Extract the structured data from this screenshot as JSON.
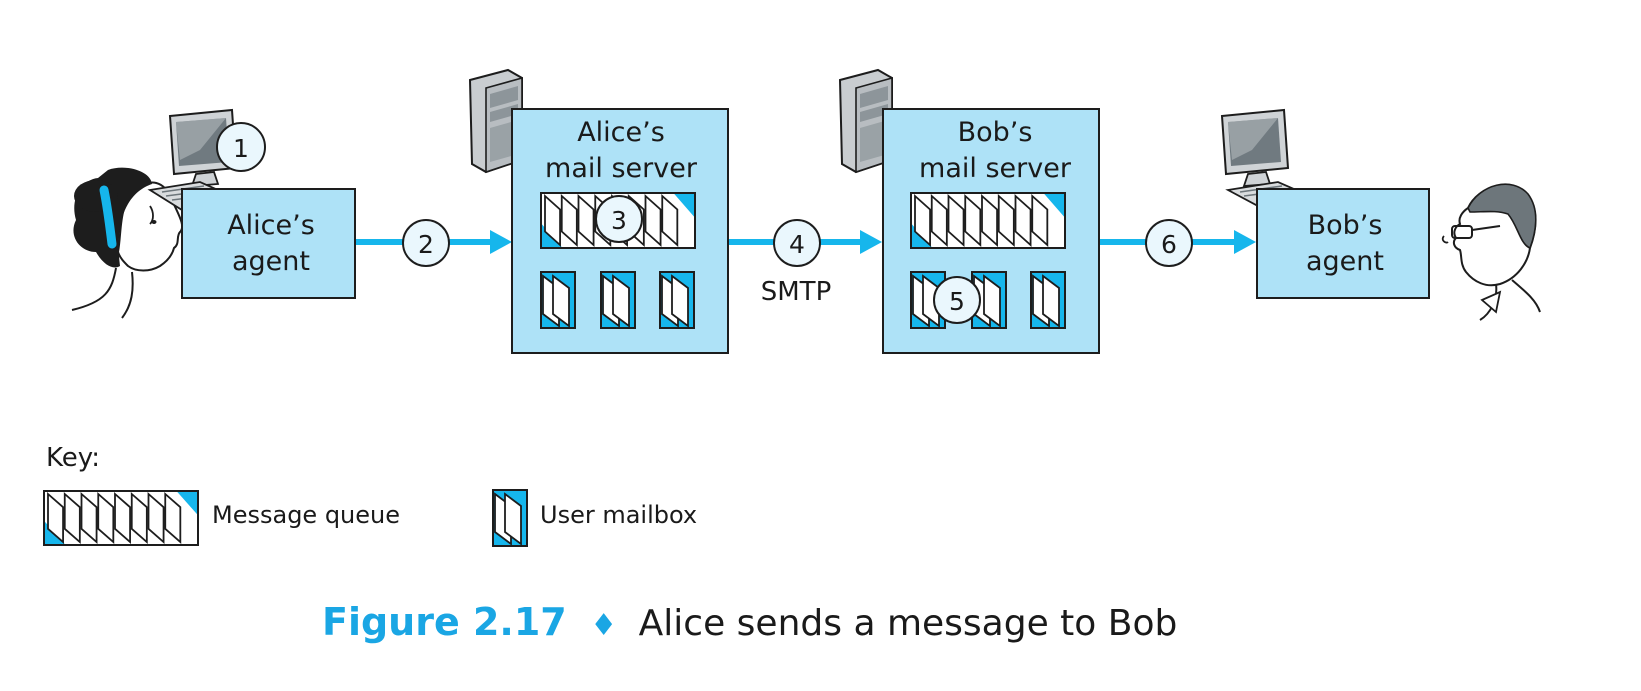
{
  "colors": {
    "box_fill": "#aee2f7",
    "box_stroke": "#1d1d1d",
    "arrow": "#16b6ec",
    "queue_accent": "#16b6ec",
    "caption_accent": "#1aa6e4"
  },
  "alice_agent": {
    "line1": "Alice’s",
    "line2": "agent"
  },
  "alice_server": {
    "line1": "Alice’s",
    "line2": "mail server"
  },
  "bob_server": {
    "line1": "Bob’s",
    "line2": "mail server"
  },
  "bob_agent": {
    "line1": "Bob’s",
    "line2": "agent"
  },
  "protocol_label": "SMTP",
  "steps": [
    "1",
    "2",
    "3",
    "4",
    "5",
    "6"
  ],
  "key": {
    "title": "Key:",
    "queue_label": "Message queue",
    "mailbox_label": "User mailbox"
  },
  "caption": {
    "number": "Figure 2.17",
    "separator": "♦",
    "text": "Alice sends a message to Bob"
  },
  "icons": [
    "woman-user-icon",
    "man-user-icon",
    "desktop-computer-icon",
    "server-tower-icon"
  ]
}
